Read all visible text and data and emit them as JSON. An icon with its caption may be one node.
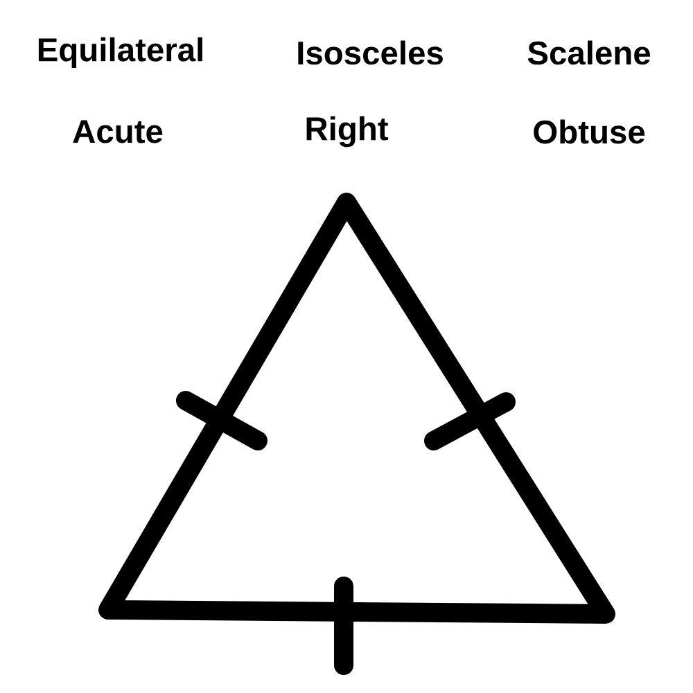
{
  "diagram": {
    "labels": [
      "Equilateral",
      "Isosceles",
      "Scalene",
      "Acute",
      "Right",
      "Obtuse"
    ]
  }
}
